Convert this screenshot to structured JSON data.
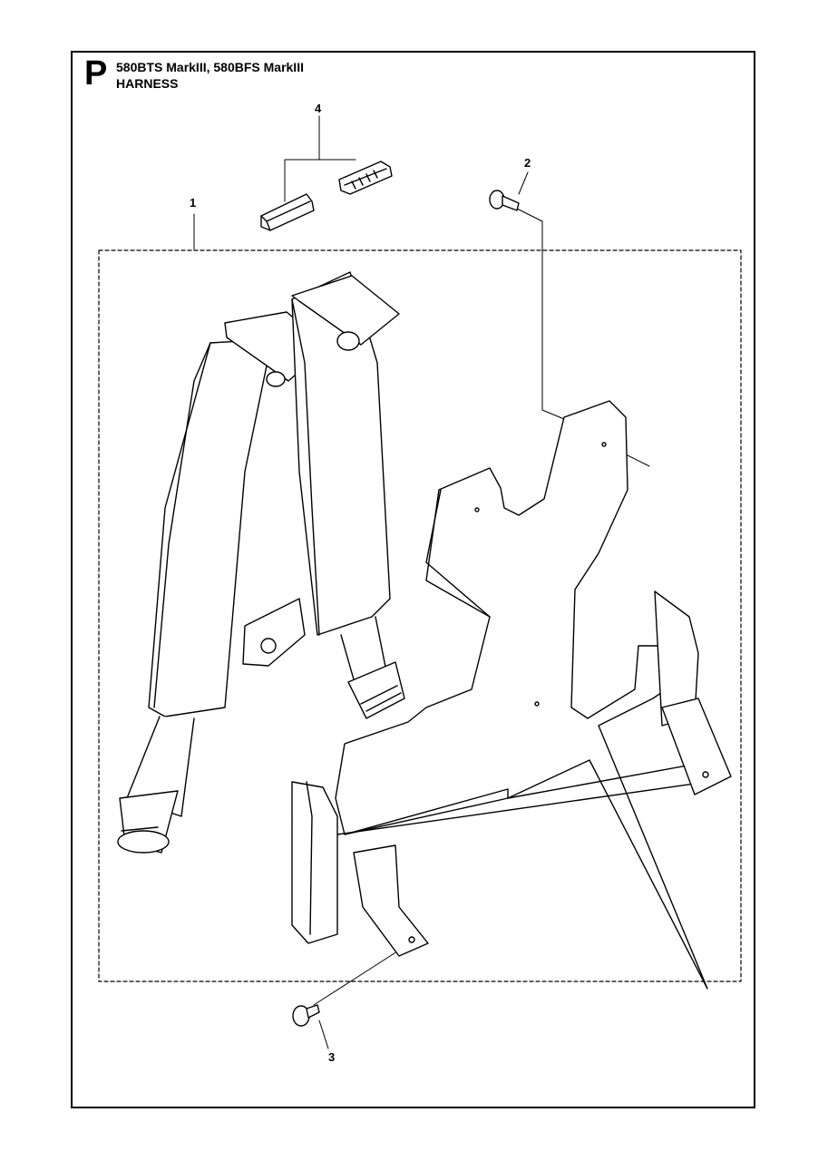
{
  "header": {
    "section_letter": "P",
    "models": "580BTS MarkIII, 580BFS MarkIII",
    "title": "HARNESS"
  },
  "callouts": {
    "c1": "1",
    "c2": "2",
    "c3": "3",
    "c4": "4"
  }
}
